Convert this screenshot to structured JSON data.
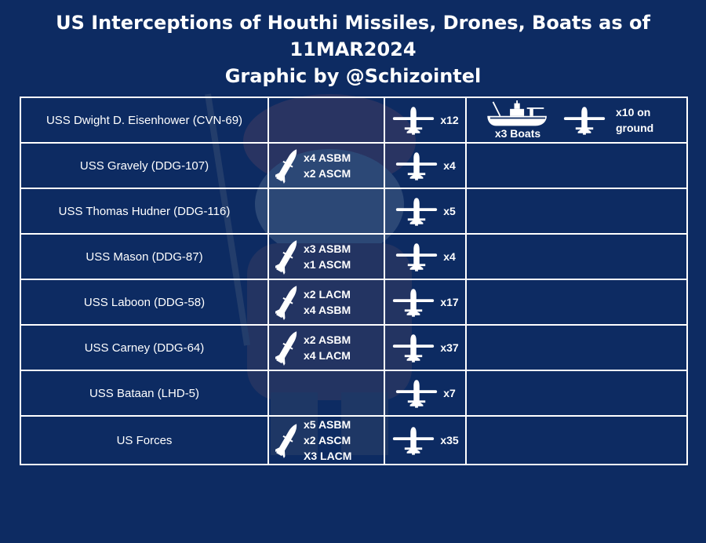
{
  "header": {
    "title_line1": "US Interceptions of Houthi Missiles, Drones, Boats as of 11MAR2024",
    "title_line2": "Graphic by @Schizointel"
  },
  "icons": {
    "missile": "missile-icon",
    "drone": "drone-icon",
    "boat": "boat-icon"
  },
  "colors": {
    "background": "#0d2b62",
    "text": "#ffffff",
    "grid": "#ffffff"
  },
  "rows": [
    {
      "ship": "USS Dwight D. Eisenhower (CVN-69)",
      "missiles": [],
      "drones": "x12",
      "boats": "x3 Boats",
      "ground_line1": "x10 on",
      "ground_line2": "ground"
    },
    {
      "ship": "USS Gravely (DDG-107)",
      "missiles": [
        "x4 ASBM",
        "x2 ASCM"
      ],
      "drones": "x4"
    },
    {
      "ship": "USS Thomas Hudner (DDG-116)",
      "missiles": [],
      "drones": "x5"
    },
    {
      "ship": "USS Mason (DDG-87)",
      "missiles": [
        "x3 ASBM",
        "x1 ASCM"
      ],
      "drones": "x4"
    },
    {
      "ship": "USS Laboon (DDG-58)",
      "missiles": [
        "x2 LACM",
        "x4 ASBM"
      ],
      "drones": "x17"
    },
    {
      "ship": "USS Carney (DDG-64)",
      "missiles": [
        "x2 ASBM",
        "x4 LACM"
      ],
      "drones": "x37"
    },
    {
      "ship": "USS Bataan (LHD-5)",
      "missiles": [],
      "drones": "x7"
    },
    {
      "ship": "US Forces",
      "missiles": [
        "x5 ASBM",
        "x2 ASCM",
        "X3 LACM"
      ],
      "drones": "x35"
    }
  ]
}
